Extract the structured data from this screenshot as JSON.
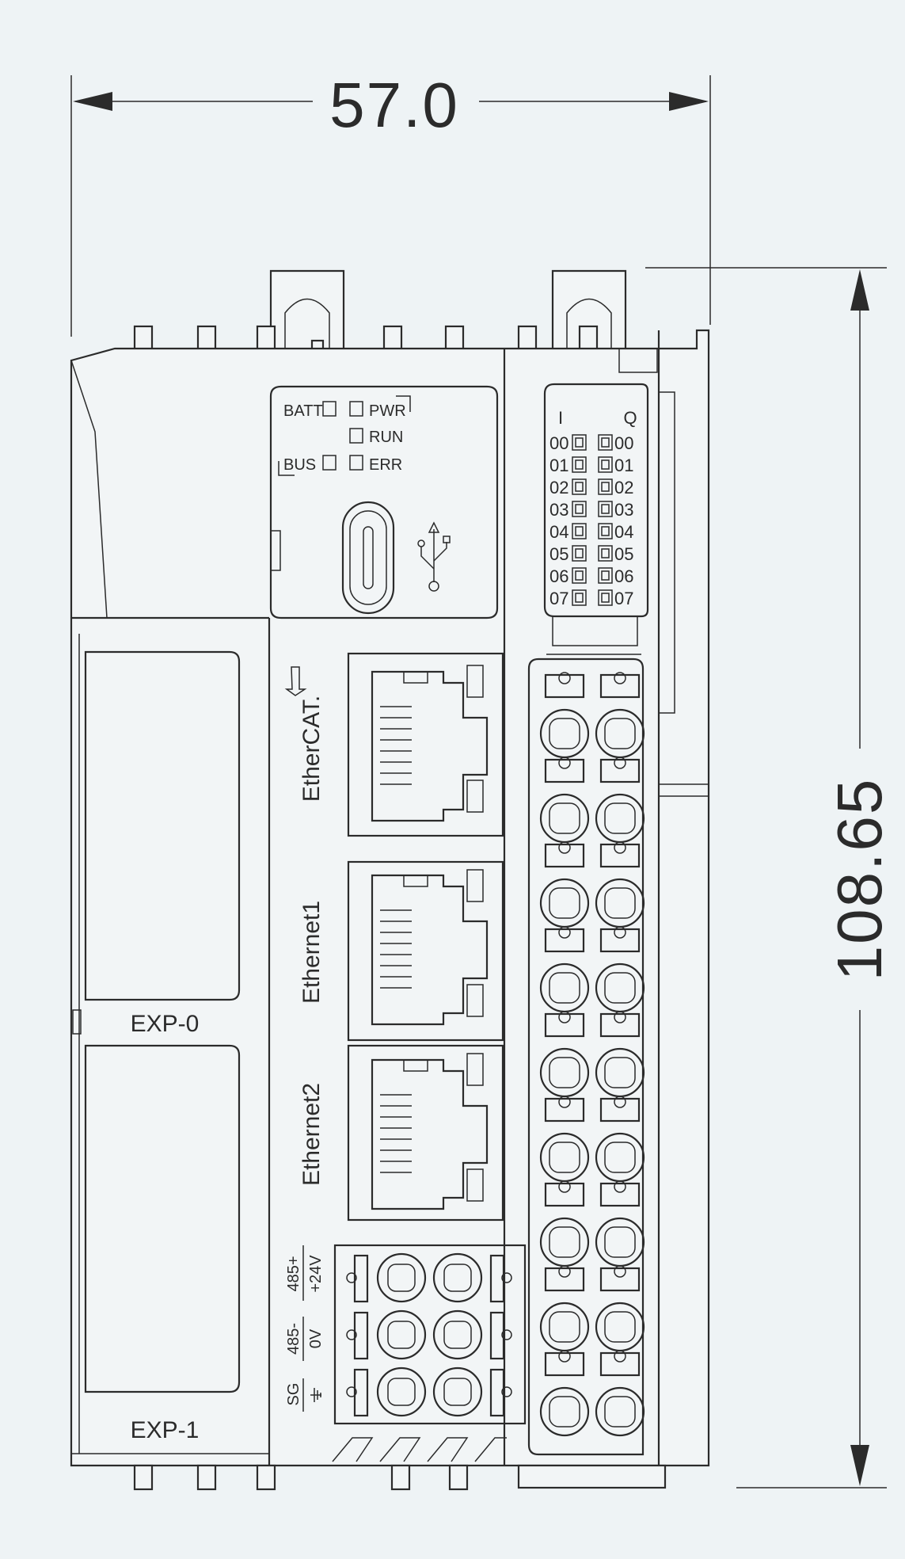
{
  "dimensions": {
    "width_label": "57.0",
    "height_label": "108.65"
  },
  "status_leds": {
    "batt": "BATT",
    "bus": "BUS",
    "pwr": "PWR",
    "run": "RUN",
    "err": "ERR"
  },
  "io_leds": {
    "input_header": "I",
    "output_header": "Q",
    "inputs": [
      "00",
      "01",
      "02",
      "03",
      "04",
      "05",
      "06",
      "07"
    ],
    "outputs": [
      "00",
      "01",
      "02",
      "03",
      "04",
      "05",
      "06",
      "07"
    ]
  },
  "ports": {
    "ethercat": "EtherCAT.",
    "ethernet1": "Ethernet1",
    "ethernet2": "Ethernet2"
  },
  "expansion": {
    "exp0": "EXP-0",
    "exp1": "EXP-1"
  },
  "power_terminal": {
    "row1_top": "485+",
    "row1_bottom": "+24V",
    "row2_top": "485-",
    "row2_bottom": "0V",
    "row3_top": "SG"
  },
  "colors": {
    "background": "#eef3f5",
    "stroke": "#2b2b2b"
  },
  "icons": [
    "usb-icon",
    "ground-icon",
    "usb-c-port-icon",
    "rj45-port-icon"
  ]
}
